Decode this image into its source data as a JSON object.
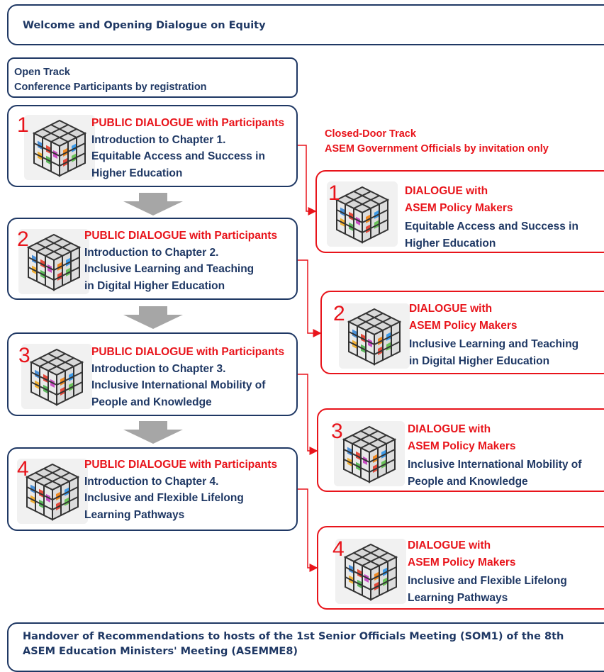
{
  "top_banner": "Welcome and Opening Dialogue on Equity",
  "open_track": {
    "line1": "Open Track",
    "line2": "Conference Participants by registration"
  },
  "closed_track": {
    "line1": "Closed-Door Track",
    "line2": "ASEM Government Officials by invitation only"
  },
  "public_sessions": [
    {
      "num": "1",
      "heading": "PUBLIC DIALOGUE with Participants",
      "intro": "Introduction to Chapter 1.",
      "title1": "Equitable Access and Success in",
      "title2": "Higher Education"
    },
    {
      "num": "2",
      "heading": "PUBLIC DIALOGUE with Participants",
      "intro": "Introduction to Chapter 2.",
      "title1": "Inclusive Learning and Teaching",
      "title2": "in Digital Higher Education"
    },
    {
      "num": "3",
      "heading": "PUBLIC DIALOGUE with Participants",
      "intro": "Introduction to Chapter 3.",
      "title1": "Inclusive International Mobility of",
      "title2": "People and Knowledge"
    },
    {
      "num": "4",
      "heading": "PUBLIC DIALOGUE with Participants",
      "intro": "Introduction to Chapter 4.",
      "title1": "Inclusive and Flexible Lifelong",
      "title2": "Learning Pathways"
    }
  ],
  "policy_sessions": [
    {
      "num": "1",
      "heading1": "DIALOGUE with",
      "heading2": "ASEM Policy Makers",
      "title1": "Equitable Access and Success in",
      "title2": "Higher Education"
    },
    {
      "num": "2",
      "heading1": "DIALOGUE with",
      "heading2": "ASEM Policy Makers",
      "title1": "Inclusive Learning and Teaching",
      "title2": "in Digital Higher Education"
    },
    {
      "num": "3",
      "heading1": "DIALOGUE with",
      "heading2": "ASEM Policy Makers",
      "title1": "Inclusive International Mobility of",
      "title2": "People and Knowledge"
    },
    {
      "num": "4",
      "heading1": "DIALOGUE with",
      "heading2": "ASEM Policy Makers",
      "title1": "Inclusive and Flexible Lifelong",
      "title2": "Learning Pathways"
    }
  ],
  "bottom_banner": {
    "line1": "Handover of Recommendations to hosts of the 1st Senior Officials Meeting (SOM1) of the 8th",
    "line2": "ASEM Education Ministers' Meeting (ASEMME8)"
  },
  "colors": {
    "navy": "#1f3864",
    "red": "#e8141b",
    "arrow_gray": "#a6a6a6"
  },
  "icons": [
    "rubiks-cube-icon",
    "down-arrow-icon",
    "connector-arrow-icon"
  ]
}
